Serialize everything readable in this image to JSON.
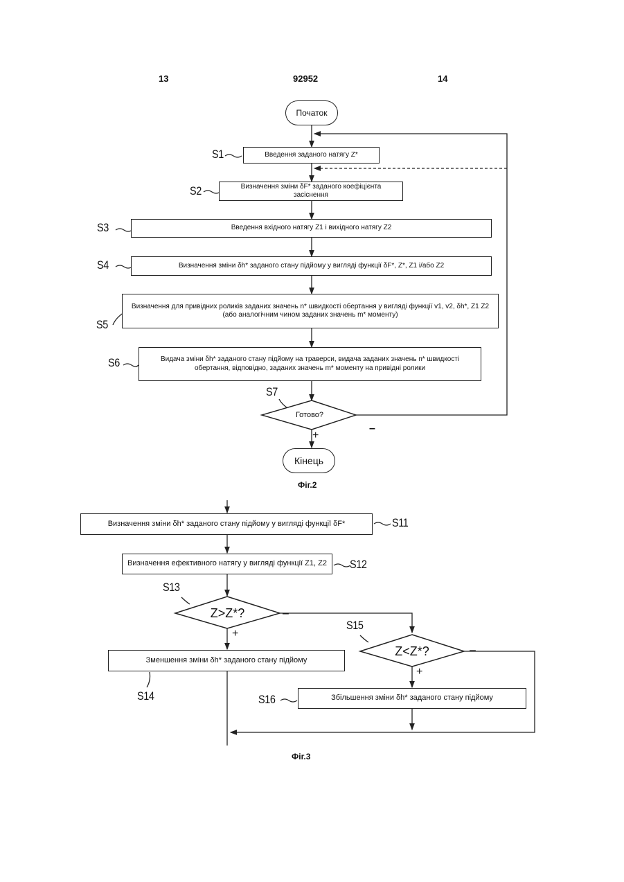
{
  "header": {
    "left_page": "13",
    "patent_number": "92952",
    "right_page": "14"
  },
  "fig2": {
    "start": "Початок",
    "steps": {
      "s1": {
        "label": "S1",
        "text": "Введення заданого натягу Z*"
      },
      "s2": {
        "label": "S2",
        "text": "Визначення зміни δF* заданого коефіцієнта засіснення"
      },
      "s3": {
        "label": "S3",
        "text": "Введення вхідного натягу Z1 і вихідного натягу Z2"
      },
      "s4": {
        "label": "S4",
        "text": "Визначення зміни δh* заданого стану підйому у вигляді функції δF*, Z*, Z1 і/або Z2"
      },
      "s5": {
        "label": "S5",
        "text": "Визначення для привідних роликів заданих значень n* швидкості обертання у вигляді функції v1, v2, δh*, Z1 Z2 (або аналогічним чином заданих значень m* моменту)"
      },
      "s6": {
        "label": "S6",
        "text": "Видача зміни δh* заданого стану підйому на траверси, видача заданих значень n* швидкості обертання, відповідно, заданих значень m* моменту на привідні ролики"
      },
      "s7": {
        "label": "S7",
        "text": "Готово?"
      }
    },
    "yes_sign": "+",
    "no_sign": "–",
    "end": "Кінець",
    "caption": "Фіг.2"
  },
  "fig3": {
    "steps": {
      "s11": {
        "label": "S11",
        "text": "Визначення зміни δh* заданого стану підйому у вигляді функції δF*"
      },
      "s12": {
        "label": "S12",
        "text": "Визначення ефективного натягу у вигляді функції Z1, Z2"
      },
      "s13": {
        "label": "S13",
        "text": "Z>Z*?"
      },
      "s14": {
        "label": "S14",
        "text": "Зменшення зміни δh* заданого стану підйому"
      },
      "s15": {
        "label": "S15",
        "text": "Z<Z*?"
      },
      "s16": {
        "label": "S16",
        "text": "Збільшення зміни δh* заданого стану підйому"
      }
    },
    "s13_yes": "+",
    "s13_no": "–",
    "s15_yes": "+",
    "s15_no": "–",
    "caption": "Фіг.3"
  }
}
